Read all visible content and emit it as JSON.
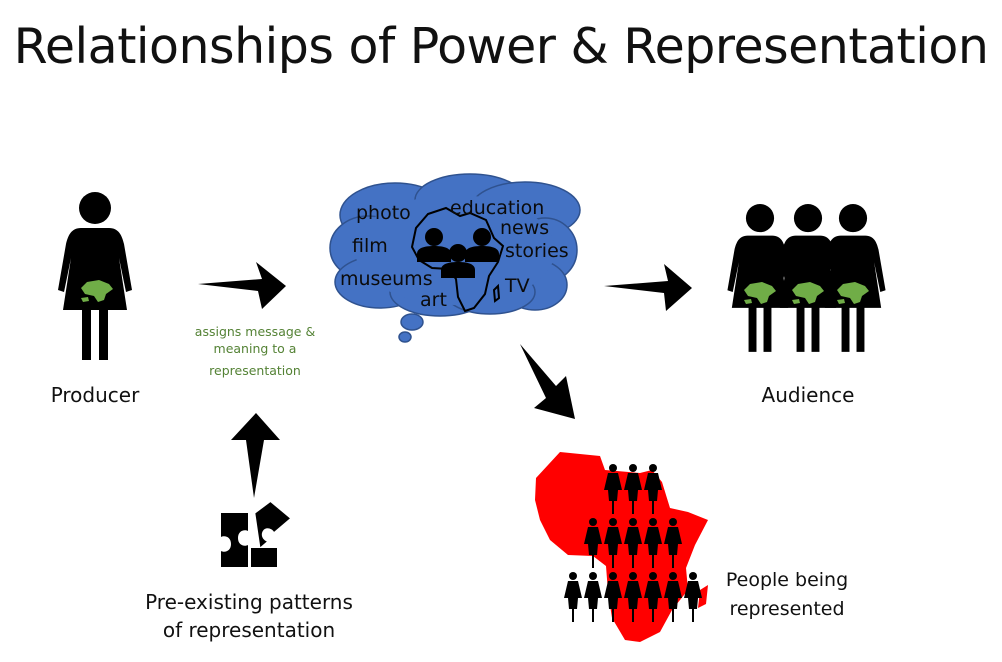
{
  "title": "Relationships of Power & Representation",
  "labels": {
    "producer": "Producer",
    "audience": "Audience",
    "assigns_line1": "assigns message &",
    "assigns_line2": "meaning to a",
    "assigns_line3": "representation",
    "patterns_line1": "Pre-existing patterns",
    "patterns_line2": "of representation",
    "people_line1": "People being",
    "people_line2": "represented"
  },
  "cloud_words": {
    "photo": "photo",
    "education": "education",
    "news": "news",
    "film": "film",
    "stories": "stories",
    "museums": "museums",
    "art": "art",
    "tv": "TV"
  },
  "colors": {
    "cloud_fill": "#4472c4",
    "cloud_stroke": "#2f528f",
    "africa_red": "#ff0000",
    "map_green": "#70ad47",
    "assigns_text": "#548235",
    "figure": "#000000"
  },
  "icons": {
    "producer": "woman-icon",
    "audience": "group-of-women-icon",
    "puzzle": "puzzle-pieces-icon",
    "people": "people-group-icon",
    "africa": "africa-map-icon"
  }
}
